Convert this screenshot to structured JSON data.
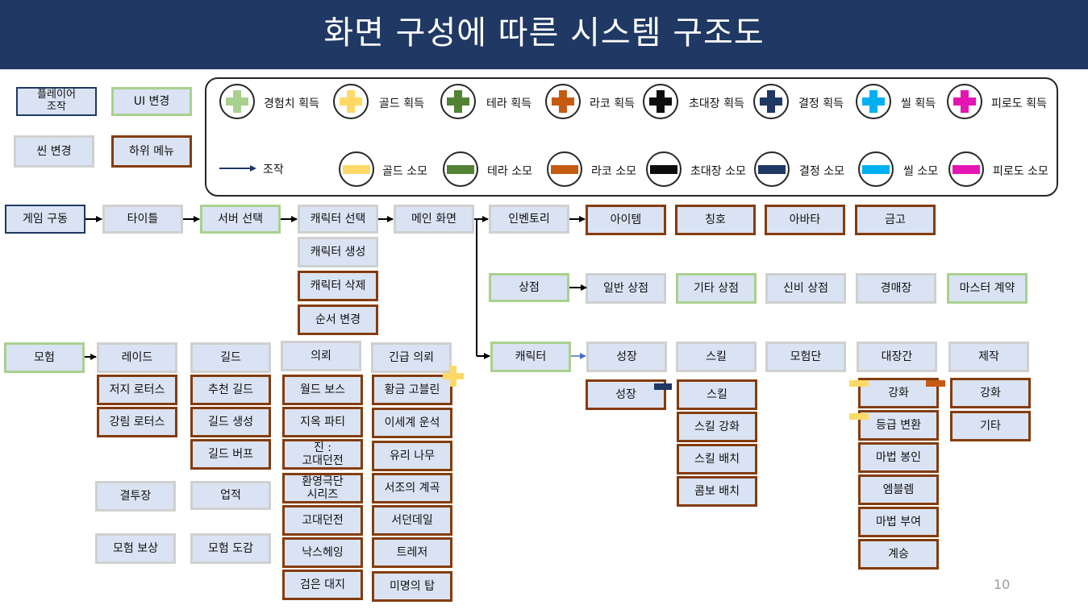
{
  "title": "화면 구성에 따른 시스템 구조도",
  "page_number": "10",
  "legend": {
    "box_types": {
      "player_action": "플레이어\n조작",
      "ui_change": "UI 변경",
      "scene_change": "씬 변경",
      "sub_menu": "하위 메뉴"
    },
    "arrow_label": "조작",
    "colors": {
      "exp": "#a9d18e",
      "gold": "#ffd966",
      "terra": "#548235",
      "rakko": "#c55a11",
      "great_hall": "#0d0d0d",
      "crystal": "#1f3864",
      "seed": "#00b0f0",
      "fatigue": "#e316b4"
    },
    "gains": {
      "exp": "경험치 획득",
      "gold": "골드 획득",
      "terra": "테라 획득",
      "rakko": "라코 획득",
      "great_hall": "초대장 획득",
      "crystal": "결정 획득",
      "seed": "씰 획득",
      "fatigue": "피로도 획득"
    },
    "costs": {
      "gold": "골드 소모",
      "terra": "테라 소모",
      "rakko": "라코 소모",
      "great_hall": "초대장 소모",
      "crystal": "결정 소모",
      "seed": "씰 소모",
      "fatigue": "피로도 소모"
    }
  },
  "flow": {
    "game_start": "게임 구동",
    "title_screen": "타이틀",
    "server_select": "서버 선택",
    "character_select": "캐릭터 선택",
    "main_screen": "메인 화면",
    "character_create": "캐릭터 생성",
    "character_delete": "캐릭터 삭제",
    "order_change": "순서 변경"
  },
  "inventory": {
    "label": "인벤토리",
    "items": [
      "아이템",
      "칭호",
      "아바타",
      "금고"
    ]
  },
  "shop": {
    "label": "상점",
    "items": [
      "일반 상점",
      "기타 상점",
      "신비 상점",
      "경매장",
      "마스터 계약"
    ]
  },
  "character": {
    "label": "캐릭터",
    "tabs": [
      "성장",
      "스킬",
      "모험단",
      "대장간",
      "제작"
    ],
    "growth_sub": [
      "성장"
    ],
    "skill_sub": [
      "스킬",
      "스킬 강화",
      "스킬 배치",
      "콤보 배치"
    ],
    "smithy_sub": [
      "강화",
      "등급 변환",
      "마법 봉인",
      "엠블렘",
      "마법 부여",
      "계승"
    ],
    "craft_sub": [
      "강화",
      "기타"
    ]
  },
  "adventure": {
    "label": "모험",
    "raid": {
      "label": "레이드",
      "items": [
        "저지 로터스",
        "강림 로터스"
      ]
    },
    "guild": {
      "label": "길드",
      "items": [
        "추천 길드",
        "길드 생성",
        "길드 버프"
      ]
    },
    "request": {
      "label": "의뢰",
      "items": [
        "월드 보스",
        "지옥 파티",
        "진 :\n고대던전",
        "환영극단\n시리즈",
        "고대던전",
        "낙스헤잉",
        "검은 대지"
      ]
    },
    "urgent": {
      "label": "긴급 의뢰",
      "items": [
        "황금 고블린",
        "이세계 운석",
        "유리 나무",
        "서조의 계곡",
        "서던데일",
        "트레저",
        "미명의 탑"
      ]
    },
    "arena": "결투장",
    "achievement": "업적",
    "reward": "모험 보상",
    "encyclopedia": "모험 도감"
  }
}
